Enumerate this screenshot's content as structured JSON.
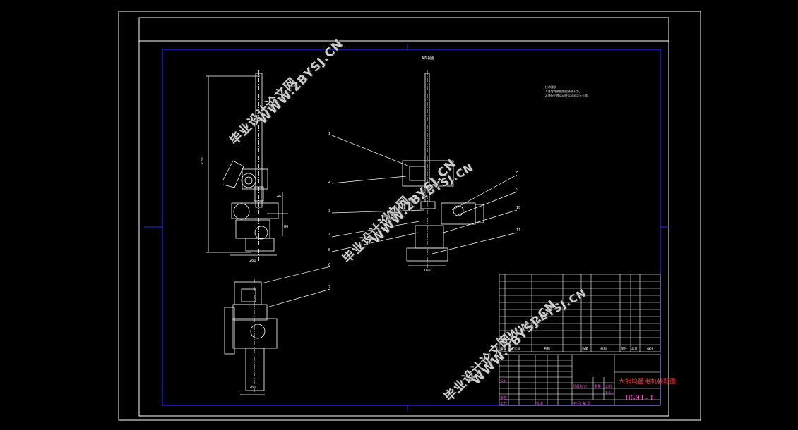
{
  "drawing": {
    "title": "大熊坞蛋电机装配图",
    "drawing_number": "DG01-1",
    "section_label": "A向视图",
    "notes": [
      "技术要求",
      "1.各零件装配前应清洗干净。",
      "2.装配后各运动件运动灵活无卡滞。"
    ],
    "balloons": [
      "1",
      "2",
      "3",
      "4",
      "5",
      "6",
      "7",
      "8",
      "9",
      "10",
      "11"
    ],
    "dims": {
      "overall_height": "720",
      "side_base": "260",
      "side_mid": "46",
      "side_right": "80",
      "front_base": "160",
      "bottom_base": "260"
    },
    "title_block": {
      "designer": "设计",
      "checker": "审核",
      "process": "工艺",
      "approver": "批准",
      "stage": "阶段标记",
      "weight": "重量",
      "scale": "比例",
      "scale_value": "1:5",
      "sheet": "共 张 第 张"
    },
    "bom_header": [
      "序号",
      "代号",
      "名称",
      "数量",
      "材料",
      "单件",
      "总计",
      "备注"
    ]
  },
  "watermarks": [
    {
      "text": "毕业设计论文网"
    },
    {
      "text": "WWW.2BYSJ.CN"
    }
  ],
  "colors": {
    "frame": "#ffffff",
    "border": "#1a1aff",
    "geometry": "#ffffff",
    "leader": "#ffffff",
    "title_red": "#ff3b3b",
    "magenta": "#ff4fd8"
  }
}
